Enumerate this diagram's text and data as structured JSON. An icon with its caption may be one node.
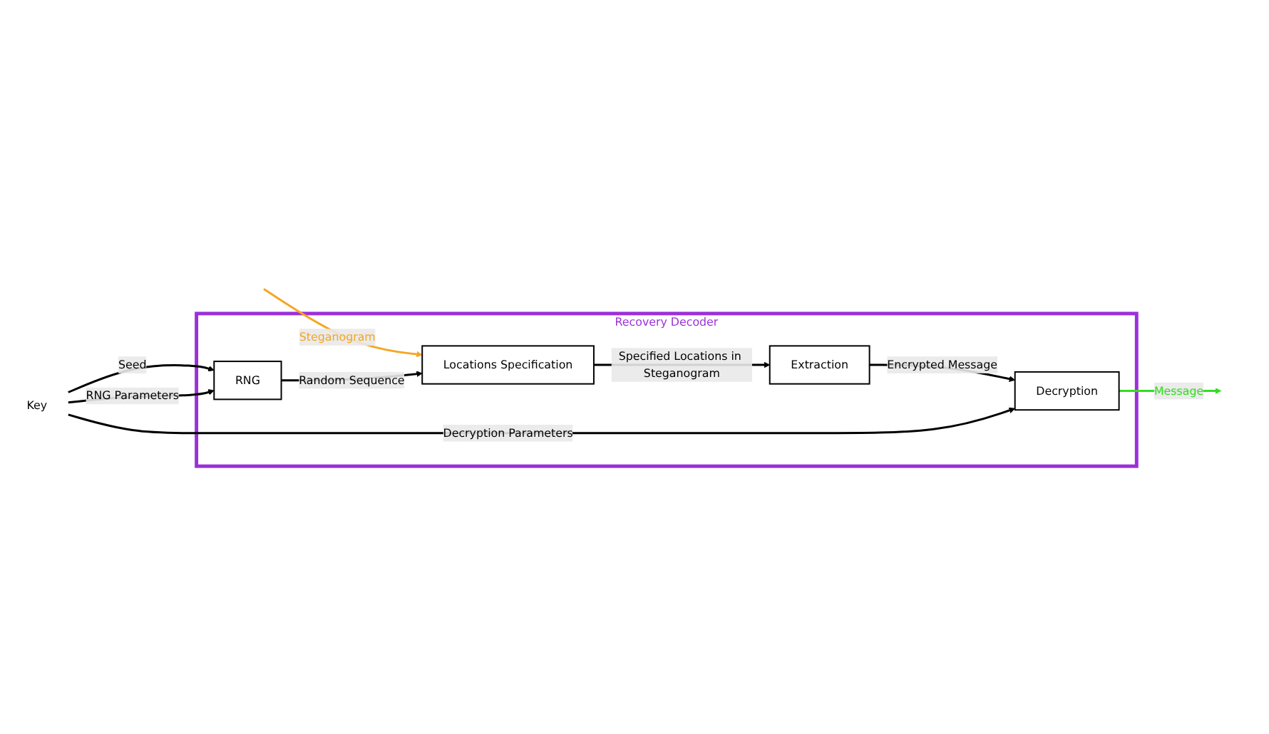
{
  "diagram": {
    "nodes": [
      {
        "text": [
          "Recovery Decoder"
        ]
      },
      {
        "text": [
          "RNG"
        ],
        "in": 0
      },
      {
        "text": [
          "Locations Specification"
        ],
        "in": 0
      },
      {
        "text": [
          "Extraction"
        ],
        "in": 0
      },
      {
        "text": [
          "Decryption"
        ],
        "in": 0
      },
      {
        "text": [
          "Key"
        ]
      }
    ],
    "edges": [
      {
        "from": null,
        "to": 2,
        "arrow": "to",
        "label": "Steganogram",
        "color": "#f5a623"
      },
      {
        "from": 1,
        "to": 2,
        "arrow": "to",
        "label": "Random Sequence"
      },
      {
        "from": 2,
        "to": 3,
        "arrow": "to",
        "label": "Specified Locations in Steganogram"
      },
      {
        "from": 3,
        "to": 4,
        "arrow": "to",
        "label": "Encrypted Message"
      },
      {
        "from": 5,
        "to": 1,
        "arrow": "to",
        "label": "Seed"
      },
      {
        "from": 5,
        "to": 1,
        "arrow": "to",
        "label": "RNG Parameters"
      },
      {
        "from": 5,
        "to": 4,
        "arrow": "to",
        "label": "Decryption Parameters"
      },
      {
        "from": 4,
        "to": null,
        "arrow": "to",
        "label": "Message",
        "color": "#33dd22"
      }
    ]
  }
}
